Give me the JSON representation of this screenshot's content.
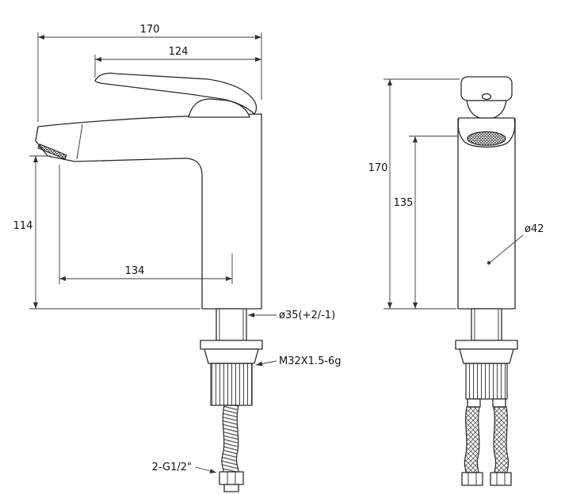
{
  "drawing": {
    "type": "technical-drawing",
    "subject": "basin faucet two-view dimensioned drawing",
    "colors": {
      "background": "#ffffff",
      "object_line": "#2a2a2a",
      "dimension_line": "#3a3a3a",
      "text": "#111111"
    },
    "left_view": {
      "name": "side-view",
      "dims": {
        "total_width": "170",
        "handle_width": "124",
        "spout_height": "114",
        "spout_reach": "134",
        "base_diameter": "ø35(+2/-1)",
        "thread_spec": "M32X1.5-6g",
        "hose_thread": "2-G1/2\""
      }
    },
    "right_view": {
      "name": "front-view",
      "dims": {
        "total_height": "170",
        "outlet_height": "135",
        "body_diameter": "ø42"
      }
    }
  }
}
